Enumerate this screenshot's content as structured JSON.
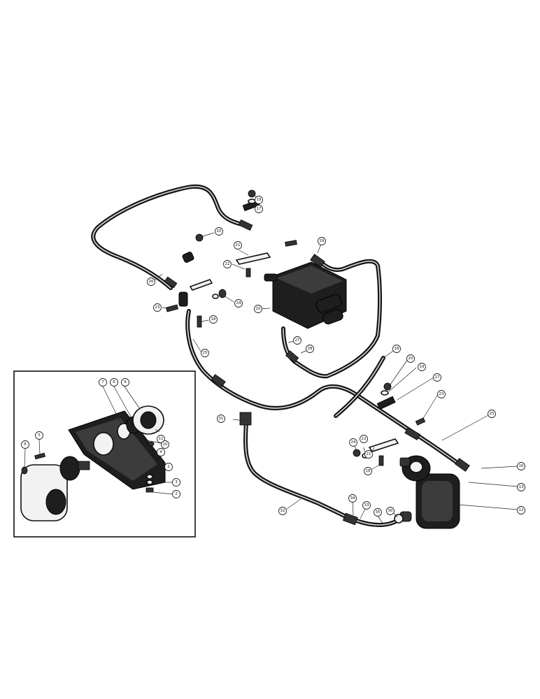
{
  "callouts": [
    {
      "n": "19"
    },
    {
      "n": "17"
    },
    {
      "n": "20"
    },
    {
      "n": "21"
    },
    {
      "n": "22"
    },
    {
      "n": "26"
    },
    {
      "n": "23"
    },
    {
      "n": "24"
    },
    {
      "n": "18"
    },
    {
      "n": "25"
    },
    {
      "n": "29"
    },
    {
      "n": "10"
    },
    {
      "n": "27"
    },
    {
      "n": "28"
    },
    {
      "n": "18"
    },
    {
      "n": "20"
    },
    {
      "n": "19"
    },
    {
      "n": "17"
    },
    {
      "n": "23"
    },
    {
      "n": "25"
    },
    {
      "n": "31"
    },
    {
      "n": "24"
    },
    {
      "n": "22"
    },
    {
      "n": "21"
    },
    {
      "n": "18"
    },
    {
      "n": "16"
    },
    {
      "n": "13"
    },
    {
      "n": "12"
    },
    {
      "n": "32"
    },
    {
      "n": "34"
    },
    {
      "n": "33"
    },
    {
      "n": "35"
    },
    {
      "n": "30"
    },
    {
      "n": "7"
    },
    {
      "n": "8"
    },
    {
      "n": "9"
    },
    {
      "n": "5"
    },
    {
      "n": "6"
    },
    {
      "n": "11"
    },
    {
      "n": "10"
    },
    {
      "n": "4"
    },
    {
      "n": "1"
    },
    {
      "n": "3"
    },
    {
      "n": "2"
    }
  ]
}
